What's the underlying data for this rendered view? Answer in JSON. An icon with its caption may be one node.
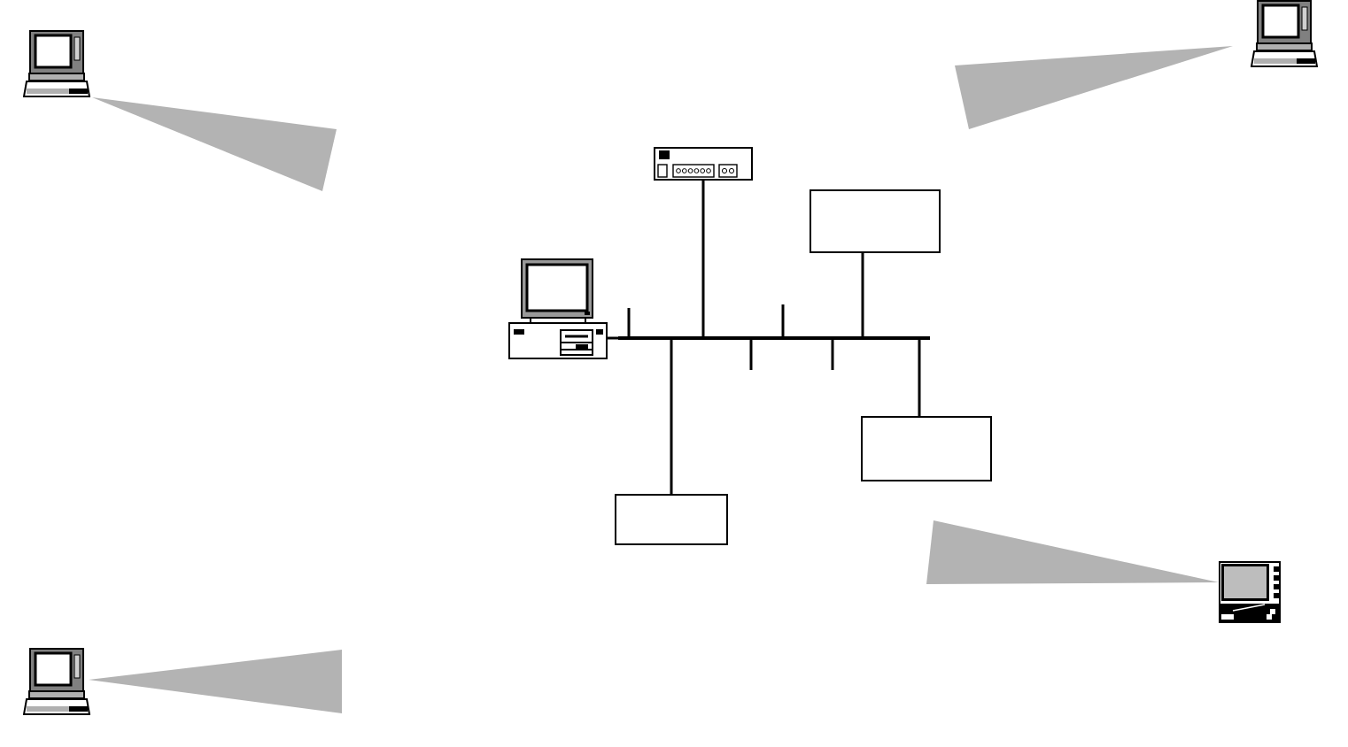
{
  "diagram": {
    "nodes": [
      {
        "text": [],
        "shape": "picture"
      },
      {
        "text": [],
        "shape": "triangle"
      },
      {
        "text": [],
        "shape": "triangle"
      },
      {
        "text": [],
        "shape": "picture"
      },
      {
        "text": [],
        "shape": "picture"
      },
      {
        "text": [],
        "shape": "box"
      },
      {
        "text": [],
        "shape": "picture"
      },
      {
        "text": [],
        "shape": "line"
      },
      {
        "text": [],
        "shape": "box"
      },
      {
        "text": [],
        "shape": "box"
      },
      {
        "text": [],
        "shape": "triangle"
      },
      {
        "text": [],
        "shape": "picture"
      },
      {
        "text": [],
        "shape": "picture"
      },
      {
        "text": [],
        "shape": "triangle"
      }
    ],
    "edges": [
      {
        "from": 6,
        "to": 7,
        "arrow": "none"
      },
      {
        "from": 4,
        "to": 7,
        "arrow": "none"
      },
      {
        "from": 5,
        "to": 7,
        "arrow": "none"
      },
      {
        "from": 7,
        "to": 9,
        "arrow": "none"
      },
      {
        "from": 7,
        "to": 8,
        "arrow": "none"
      },
      {
        "from": 7,
        "to": null,
        "arrow": "none"
      },
      {
        "from": 7,
        "to": null,
        "arrow": "none"
      },
      {
        "from": 7,
        "to": null,
        "arrow": "none"
      },
      {
        "from": 7,
        "to": null,
        "arrow": "none"
      }
    ]
  }
}
